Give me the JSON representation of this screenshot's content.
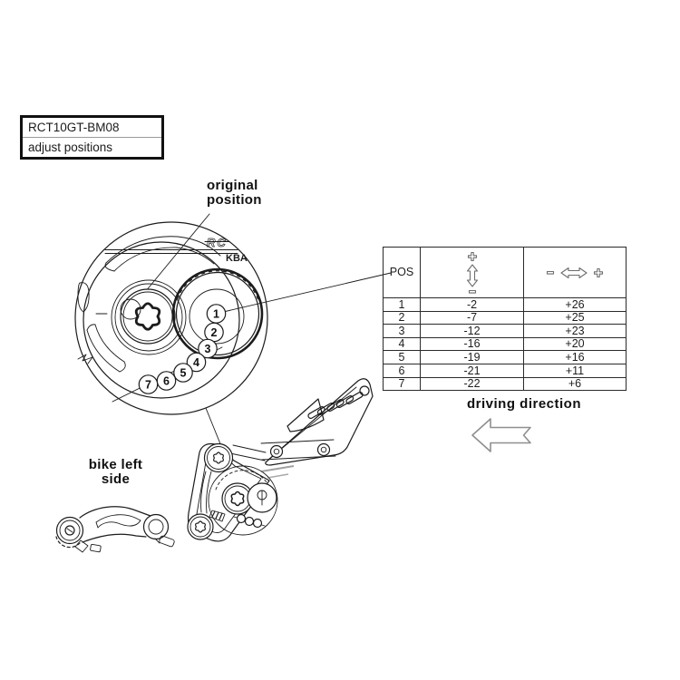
{
  "title_box": {
    "line1": "RCT10GT-BM08",
    "line2": "adjust positions"
  },
  "labels": {
    "original_position_line1": "original",
    "original_position_line2": "position",
    "driving_direction": "driving direction",
    "bike_left_side": "bike left side"
  },
  "detail_view": {
    "brand_mark": "RC",
    "kba_mark": "KBA",
    "position_numbers": [
      "1",
      "2",
      "3",
      "4",
      "5",
      "6",
      "7"
    ]
  },
  "table": {
    "header": {
      "pos_label": "POS",
      "vertical_column_icons": [
        "plus-icon",
        "up-down-arrow-icon",
        "minus-icon"
      ],
      "horizontal_column_icons": [
        "minus-icon",
        "left-right-arrow-icon",
        "plus-icon"
      ]
    },
    "rows": [
      {
        "pos": "1",
        "vertical": "-2",
        "horizontal": "+26"
      },
      {
        "pos": "2",
        "vertical": "-7",
        "horizontal": "+25"
      },
      {
        "pos": "3",
        "vertical": "-12",
        "horizontal": "+23"
      },
      {
        "pos": "4",
        "vertical": "-16",
        "horizontal": "+20"
      },
      {
        "pos": "5",
        "vertical": "-19",
        "horizontal": "+16"
      },
      {
        "pos": "6",
        "vertical": "-21",
        "horizontal": "+11"
      },
      {
        "pos": "7",
        "vertical": "-22",
        "horizontal": "+6"
      }
    ]
  },
  "colors": {
    "ink": "#1c1c1c",
    "symbol_gray": "#6e6e6e",
    "arrow_outline": "#8f8f8f"
  }
}
